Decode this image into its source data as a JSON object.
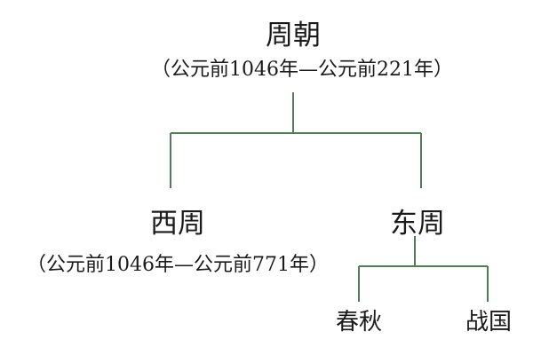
{
  "diagram": {
    "root": {
      "title": "周朝",
      "period": "（公元前1046年—公元前221年）"
    },
    "west": {
      "title": "西周",
      "period": "（公元前1046年—公元前771年）"
    },
    "east": {
      "title": "东周"
    },
    "east_children": [
      {
        "title": "春秋"
      },
      {
        "title": "战国"
      }
    ],
    "line_color": "#4a7a4a"
  }
}
